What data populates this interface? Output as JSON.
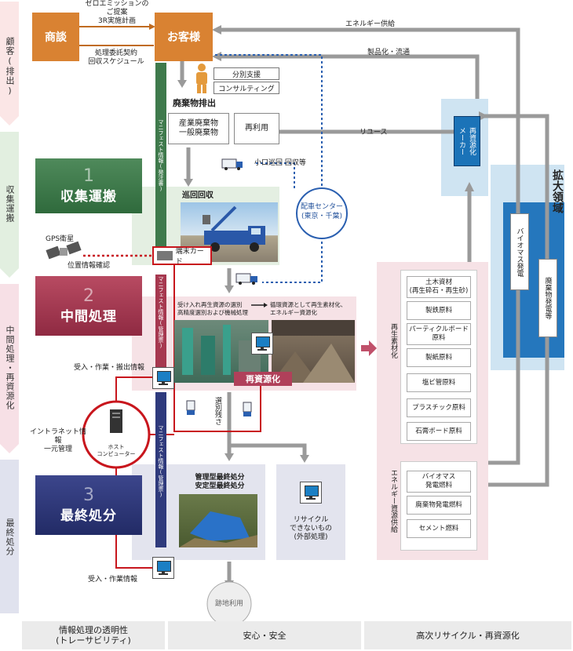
{
  "stages": {
    "customer": "顧客(排出)",
    "collection": "収集運搬",
    "intermediate": "中間処理・再資源化",
    "final": "最終処分"
  },
  "top": {
    "negotiation": "商談",
    "customer": "お客様",
    "proposal": "ゼロエミッションの\nご提案\n3R実施計画",
    "contract": "処理委託契約\n回収スケジュール",
    "energy_supply": "エネルギー供給",
    "product_flow": "製品化・流通",
    "sorting_support": "分別支援",
    "consulting": "コンサルティング"
  },
  "discharge": {
    "title": "廃棄物排出",
    "industrial": "産業廃棄物\n一般廃棄物",
    "reuse_box": "再利用",
    "reuse": "リユース",
    "maker": "再資源化\nメーカー"
  },
  "collection": {
    "number": "1",
    "title": "収集運搬",
    "small_collection": "小口巡回 回収等",
    "route": "巡回回収",
    "gps": "GPS衛星",
    "location": "位置情報確認",
    "terminal": "端末カード",
    "dispatch": "配車センター\n(東京・千葉)"
  },
  "manifest": {
    "m1": "マニフェスト情報(発注書)",
    "m2": "マニフェスト情報(管理票)",
    "m3": "マニフェスト情報(管理票)"
  },
  "intermediate": {
    "number": "2",
    "title": "中間処理",
    "caption1": "受け入れ再生資源の選別\n高精度選別および機械処理",
    "caption2": "循環資源として再生素材化、\nエネルギー資源化",
    "recycle_tag": "再資源化",
    "info": "受入・作業・搬出情報",
    "residue": "選別残さ"
  },
  "host": {
    "intranet": "イントラネット情報\n一元管理",
    "label": "ホスト\nコンピューター"
  },
  "final": {
    "number": "3",
    "title": "最終処分",
    "landfill": "管理型最終処分\n安定型最終処分",
    "unrecyclable": "リサイクル\nできないもの\n(外部処理)",
    "info": "受入・作業情報",
    "site_use": "跡地利用"
  },
  "right": {
    "material_title": "再生素材化",
    "materials": [
      "土木資材\n(再生砕石・再生砂)",
      "製鉄原料",
      "パーティクルボード\n原料",
      "製紙原料",
      "塩ビ管原料",
      "プラスチック原料",
      "石膏ボード原料"
    ],
    "energy_title": "エネルギー資源供給",
    "energies": [
      "バイオマス\n発電燃料",
      "廃棄物発電燃料",
      "セメント燃料"
    ],
    "expansion": "拡大領域",
    "biomass": "バイオマス発電",
    "waste_power": "廃棄物発電等"
  },
  "footer": {
    "traceability": "情報処理の透明性\n(トレーサビリティ)",
    "safety": "安心・安全",
    "recycling": "高次リサイクル・再資源化"
  },
  "colors": {
    "orange": "#d98232",
    "green": "#3f7a4c",
    "crimson": "#a6384f",
    "navy": "#2f3a7c",
    "blue": "#1b73b8",
    "red": "#c8161d"
  }
}
